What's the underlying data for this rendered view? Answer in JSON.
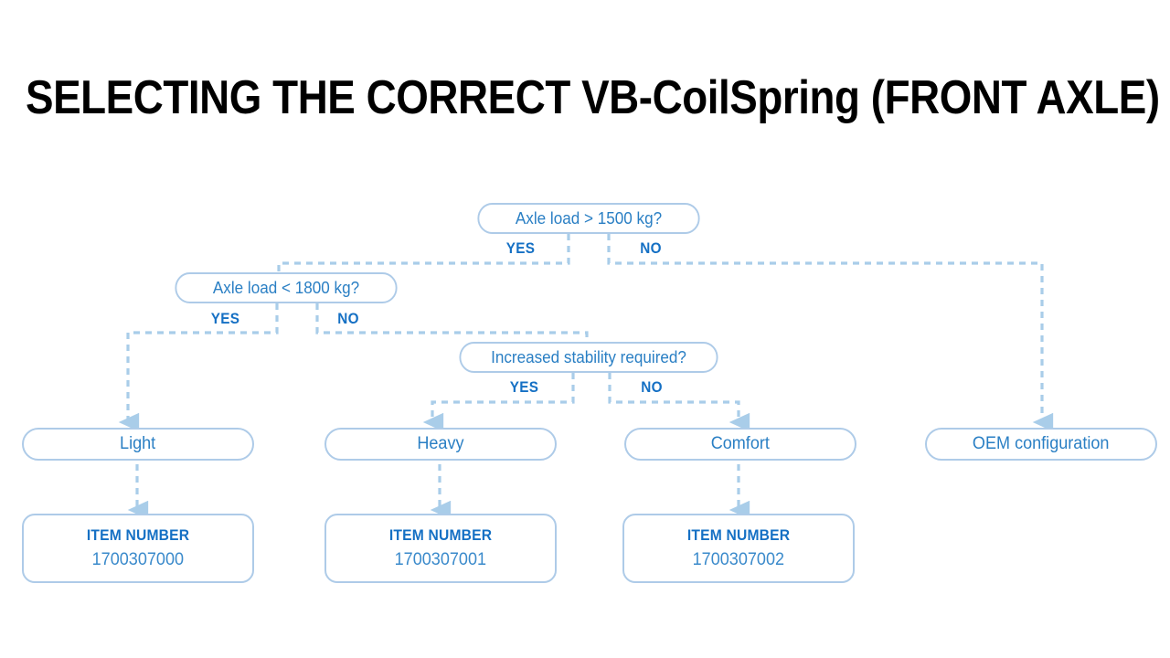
{
  "page": {
    "title": "SELECTING THE CORRECT VB-CoilSpring (FRONT AXLE)",
    "background_color": "#ffffff",
    "accent_color": "#1570c4",
    "node_border_color": "#aecbe8",
    "connector_color": "#a9cde9"
  },
  "chart_data": {
    "type": "diagram",
    "diagram_kind": "decision-flowchart",
    "title": "SELECTING THE CORRECT VB-CoilSpring (FRONT AXLE)",
    "nodes": [
      {
        "id": "q1",
        "kind": "decision",
        "label": "Axle load > 1500 kg?"
      },
      {
        "id": "q2",
        "kind": "decision",
        "label": "Axle load < 1800 kg?"
      },
      {
        "id": "q3",
        "kind": "decision",
        "label": "Increased stability required?"
      },
      {
        "id": "r1",
        "kind": "result",
        "label": "Light"
      },
      {
        "id": "r2",
        "kind": "result",
        "label": "Heavy"
      },
      {
        "id": "r3",
        "kind": "result",
        "label": "Comfort"
      },
      {
        "id": "r4",
        "kind": "result",
        "label": "OEM configuration"
      },
      {
        "id": "i1",
        "kind": "item",
        "label": "ITEM NUMBER",
        "value": "1700307000"
      },
      {
        "id": "i2",
        "kind": "item",
        "label": "ITEM NUMBER",
        "value": "1700307001"
      },
      {
        "id": "i3",
        "kind": "item",
        "label": "ITEM NUMBER",
        "value": "1700307002"
      }
    ],
    "edges": [
      {
        "from": "q1",
        "to": "q2",
        "label": "YES"
      },
      {
        "from": "q1",
        "to": "r4",
        "label": "NO"
      },
      {
        "from": "q2",
        "to": "r1",
        "label": "YES"
      },
      {
        "from": "q2",
        "to": "q3",
        "label": "NO"
      },
      {
        "from": "q3",
        "to": "r2",
        "label": "YES"
      },
      {
        "from": "q3",
        "to": "r3",
        "label": "NO"
      },
      {
        "from": "r1",
        "to": "i1",
        "label": ""
      },
      {
        "from": "r2",
        "to": "i2",
        "label": ""
      },
      {
        "from": "r3",
        "to": "i3",
        "label": ""
      }
    ]
  },
  "decisions": {
    "q1": {
      "label": "Axle load > 1500 kg?",
      "yes": "YES",
      "no": "NO"
    },
    "q2": {
      "label": "Axle load < 1800 kg?",
      "yes": "YES",
      "no": "NO"
    },
    "q3": {
      "label": "Increased stability required?",
      "yes": "YES",
      "no": "NO"
    }
  },
  "results": {
    "light": "Light",
    "heavy": "Heavy",
    "comfort": "Comfort",
    "oem": "OEM configuration"
  },
  "items": {
    "light": {
      "label": "ITEM NUMBER",
      "value": "1700307000"
    },
    "heavy": {
      "label": "ITEM NUMBER",
      "value": "1700307001"
    },
    "comfort": {
      "label": "ITEM NUMBER",
      "value": "1700307002"
    }
  }
}
